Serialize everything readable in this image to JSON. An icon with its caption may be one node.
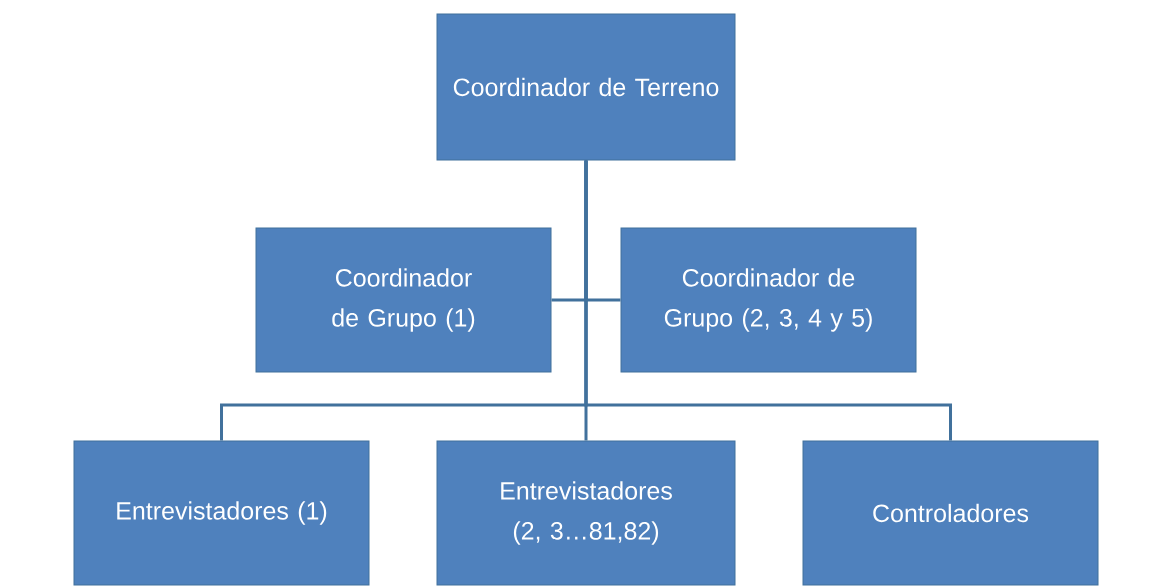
{
  "diagram": {
    "nodes": [
      {
        "text": [
          "Coordinador de Terreno"
        ]
      },
      {
        "text": [
          "Coordinador de Grupo (1)"
        ]
      },
      {
        "text": [
          "Coordinador de Grupo (2, 3, 4 y 5)"
        ]
      },
      {
        "text": [
          "Entrevistadores (1)"
        ]
      },
      {
        "text": [
          "Entrevistadores (2, 3…81,82)"
        ]
      },
      {
        "text": [
          "Controladores"
        ]
      }
    ],
    "edges": [
      {
        "from": 0,
        "to": 1,
        "arrow": "none"
      },
      {
        "from": 0,
        "to": 2,
        "arrow": "none"
      },
      {
        "from": 0,
        "to": 3,
        "arrow": "none"
      },
      {
        "from": 0,
        "to": 4,
        "arrow": "none"
      },
      {
        "from": 0,
        "to": 5,
        "arrow": "none"
      }
    ]
  }
}
